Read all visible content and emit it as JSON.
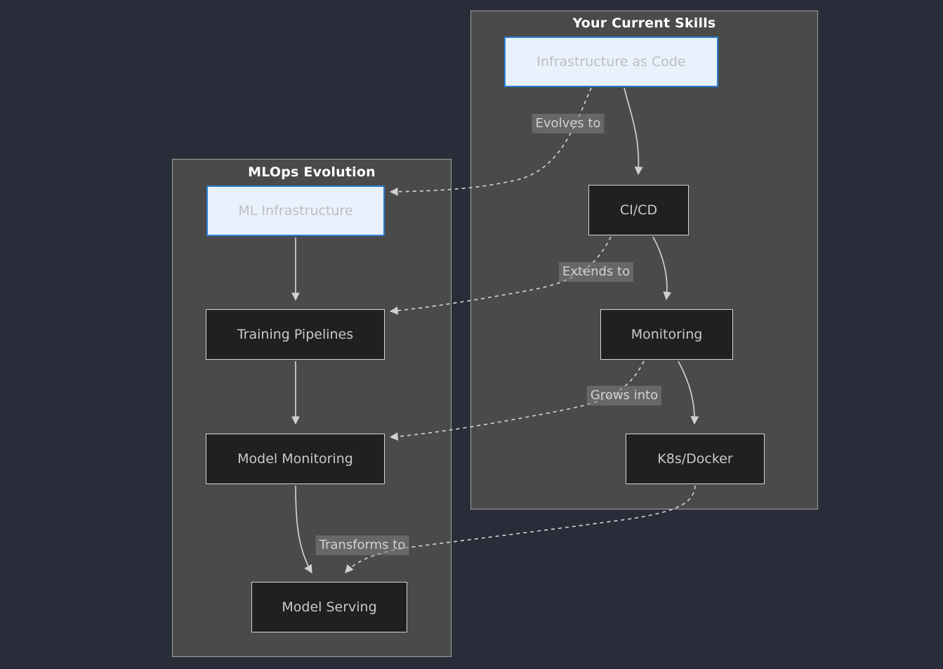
{
  "diagram": {
    "type": "flowchart",
    "background_color": "#282d39",
    "clusters": [
      {
        "id": "current-skills",
        "title": "Your Current Skills",
        "fill": "#4a4a4a",
        "stroke": "#a3a3a3"
      },
      {
        "id": "mlops-evolution",
        "title": "MLOps Evolution",
        "fill": "#4a4a4a",
        "stroke": "#a3a3a3"
      }
    ],
    "nodes": [
      {
        "id": "iac",
        "label": "Infrastructure as Code",
        "style": "highlight",
        "cluster": "current-skills"
      },
      {
        "id": "cicd",
        "label": "CI/CD",
        "style": "dark",
        "cluster": "current-skills"
      },
      {
        "id": "monitoring",
        "label": "Monitoring",
        "style": "dark",
        "cluster": "current-skills"
      },
      {
        "id": "k8s",
        "label": "K8s/Docker",
        "style": "dark",
        "cluster": "current-skills"
      },
      {
        "id": "mlinfra",
        "label": "ML Infrastructure",
        "style": "highlight",
        "cluster": "mlops-evolution"
      },
      {
        "id": "training",
        "label": "Training Pipelines",
        "style": "dark",
        "cluster": "mlops-evolution"
      },
      {
        "id": "modelmon",
        "label": "Model Monitoring",
        "style": "dark",
        "cluster": "mlops-evolution"
      },
      {
        "id": "serving",
        "label": "Model Serving",
        "style": "dark",
        "cluster": "mlops-evolution"
      }
    ],
    "edges": [
      {
        "id": "e-iac-cicd",
        "from": "iac",
        "to": "cicd",
        "style": "solid",
        "label": ""
      },
      {
        "id": "e-cicd-monitoring",
        "from": "cicd",
        "to": "monitoring",
        "style": "solid",
        "label": ""
      },
      {
        "id": "e-monitoring-k8s",
        "from": "monitoring",
        "to": "k8s",
        "style": "solid",
        "label": ""
      },
      {
        "id": "e-mlinfra-train",
        "from": "mlinfra",
        "to": "training",
        "style": "solid",
        "label": ""
      },
      {
        "id": "e-train-modelmon",
        "from": "training",
        "to": "modelmon",
        "style": "solid",
        "label": ""
      },
      {
        "id": "e-modelmon-serve",
        "from": "modelmon",
        "to": "serving",
        "style": "solid",
        "label": ""
      },
      {
        "id": "e-iac-mlinfra",
        "from": "iac",
        "to": "mlinfra",
        "style": "dotted",
        "label": "Evolves to"
      },
      {
        "id": "e-cicd-train",
        "from": "cicd",
        "to": "training",
        "style": "dotted",
        "label": "Extends to"
      },
      {
        "id": "e-mon-modelmon",
        "from": "monitoring",
        "to": "modelmon",
        "style": "dotted",
        "label": "Grows into"
      },
      {
        "id": "e-k8s-serving",
        "from": "k8s",
        "to": "serving",
        "style": "dotted",
        "label": "Transforms to"
      }
    ],
    "edge_labels": [
      {
        "id": "lbl-evolves",
        "text": "Evolves to"
      },
      {
        "id": "lbl-extends",
        "text": "Extends to"
      },
      {
        "id": "lbl-grows",
        "text": "Grows into"
      },
      {
        "id": "lbl-transforms",
        "text": "Transforms to"
      }
    ],
    "colors": {
      "highlight_fill": "#e9f2fc",
      "highlight_stroke": "#2a7fd4",
      "node_fill": "#1f2020",
      "node_stroke": "#d4d4d4",
      "edge_stroke": "#d0d0d0",
      "text_light": "#c9c9c9",
      "text_title": "#ffffff"
    }
  }
}
